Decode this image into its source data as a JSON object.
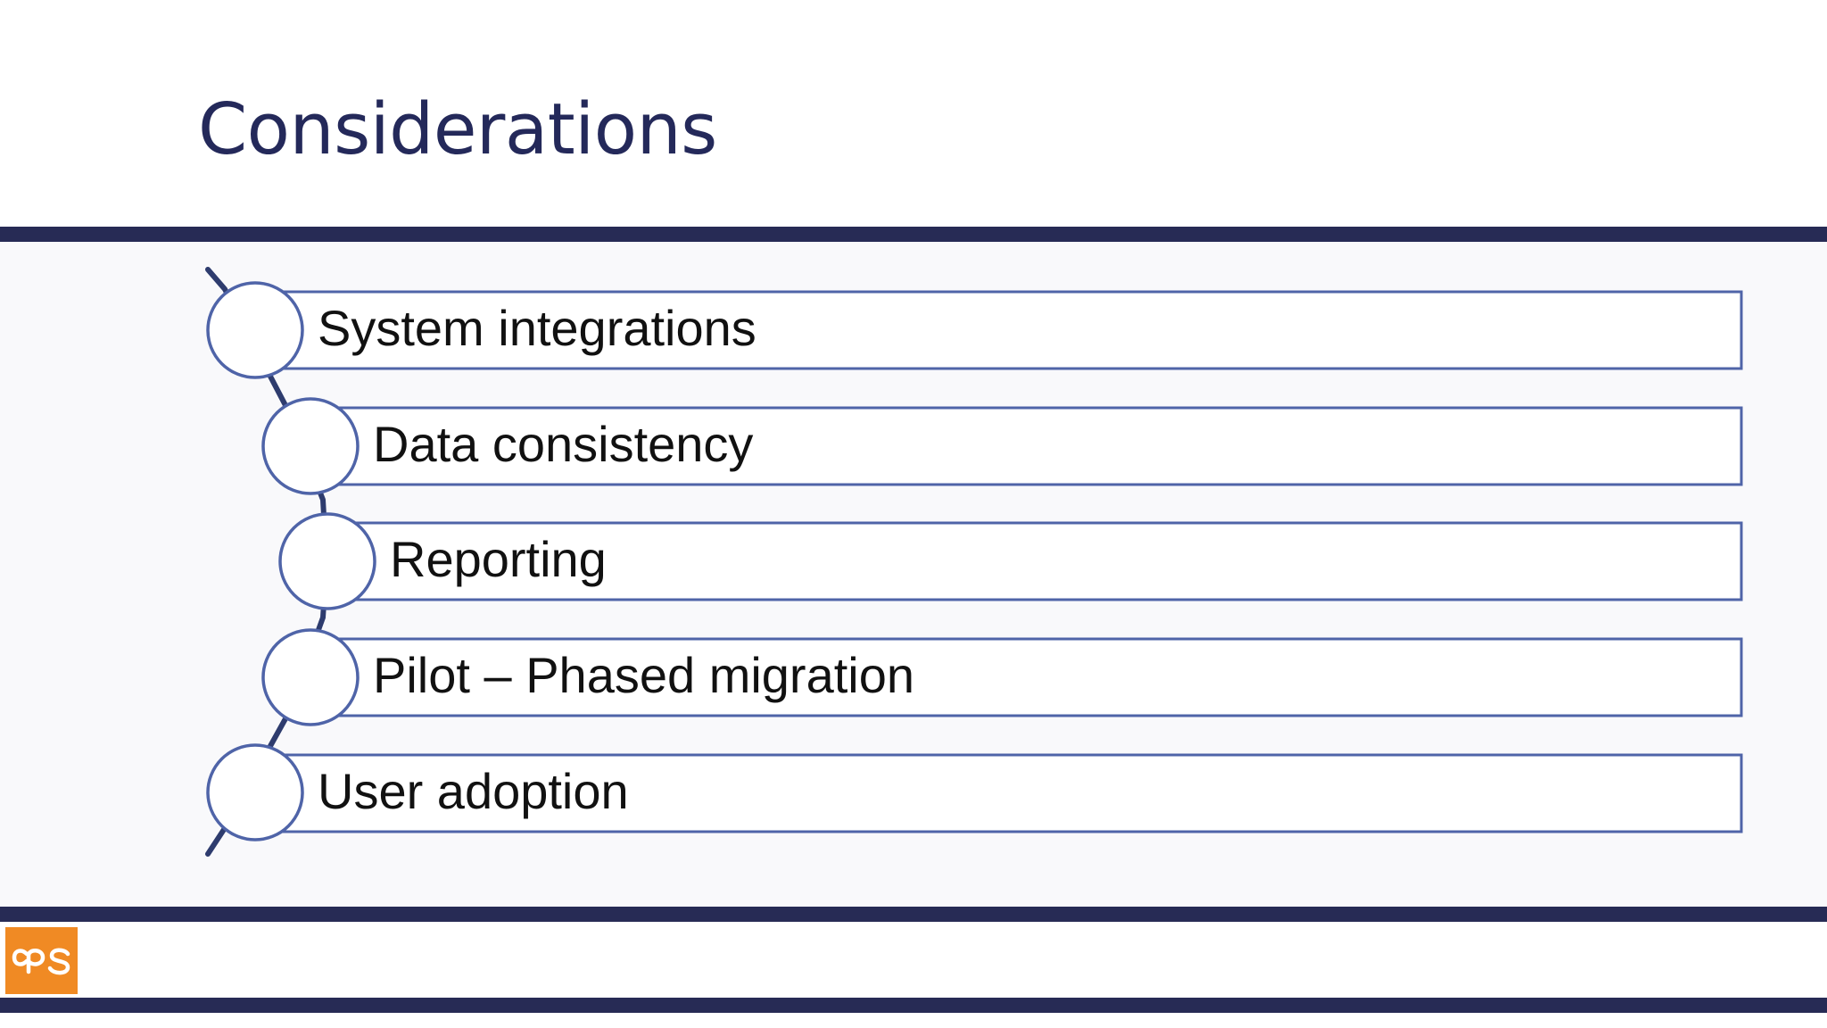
{
  "slide": {
    "title": "Considerations"
  },
  "items": [
    {
      "label": "System integrations"
    },
    {
      "label": "Data consistency"
    },
    {
      "label": "Reporting"
    },
    {
      "label": "Pilot – Phased migration"
    },
    {
      "label": "User adoption"
    }
  ],
  "logo": {
    "text": "CPS",
    "color": "#f08a24"
  },
  "colors": {
    "title": "#24295a",
    "bars": "#272b55",
    "outline": "#4f64a8",
    "connector": "#2e3c6e"
  }
}
